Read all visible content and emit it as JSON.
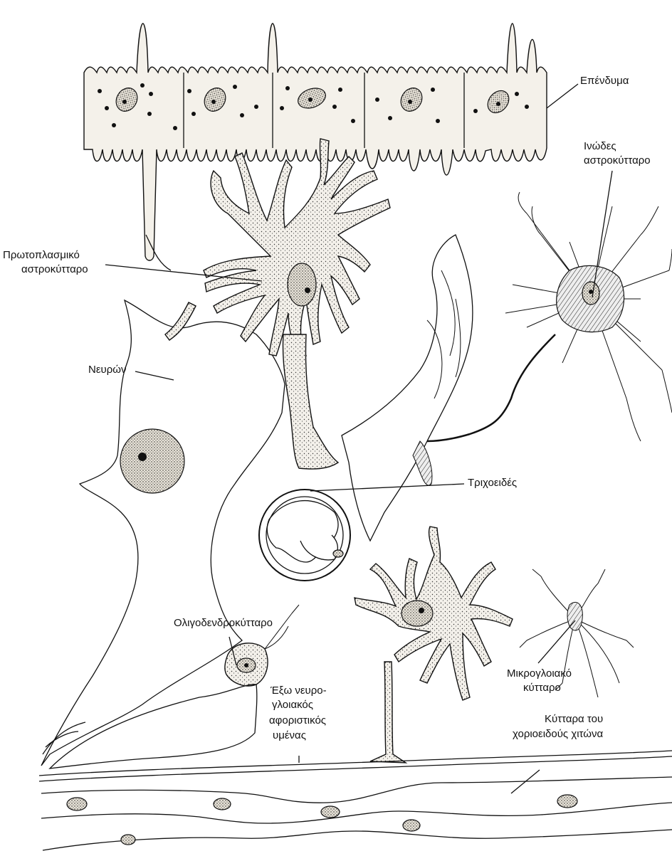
{
  "labels": {
    "ependyma": "Επένδυμα",
    "fibrous_astro_l1": "Ινώδες",
    "fibrous_astro_l2": "αστροκύτταρο",
    "protoplasmic_astro_l1": "Πρωτοπλασμικό",
    "protoplasmic_astro_l2": "αστροκύτταρο",
    "neuron": "Νευρών",
    "capillary": "Τριχοειδές",
    "oligodendrocyte": "Ολιγοδενδροκύτταρο",
    "outer_membrane_l1": "Έξω νευρο-",
    "outer_membrane_l2": "γλοιακός",
    "outer_membrane_l3": "αφοριστικός",
    "outer_membrane_l4": "υμένας",
    "microglia_l1": "Μικρογλοιακό",
    "microglia_l2": "κύτταρο",
    "choroid_l1": "Κύτταρα του",
    "choroid_l2": "χοριοειδούς χιτώνα"
  }
}
